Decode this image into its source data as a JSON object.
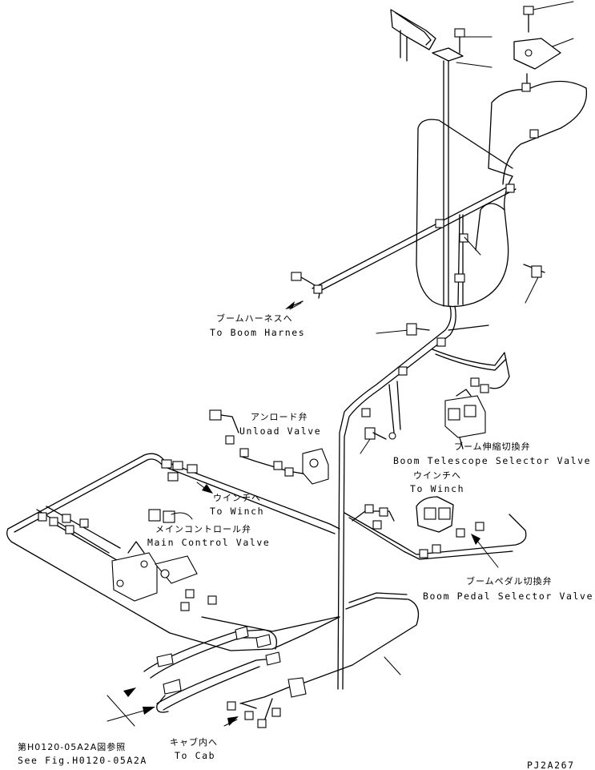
{
  "labels": {
    "boom_harness": {
      "jp": "ブームハーネスへ",
      "en": "To Boom Harnes"
    },
    "unload_valve": {
      "jp": "アンロード弁",
      "en": "Unload Valve"
    },
    "boom_telescope": {
      "jp": "ブーム伸縮切換弁",
      "en": "Boom Telescope Selector Valve"
    },
    "to_winch_right": {
      "jp": "ウインチへ",
      "en": "To Winch"
    },
    "to_winch_left": {
      "jp": "ウインチへ",
      "en": "To Winch"
    },
    "main_control": {
      "jp": "メインコントロール弁",
      "en": "Main Control Valve"
    },
    "boom_pedal": {
      "jp": "ブームペダル切換弁",
      "en": "Boom Pedal Selector Valve"
    },
    "see_fig": {
      "jp": "第H0120-05A2A図参照",
      "en": "See Fig.H0120-05A2A"
    },
    "to_cab": {
      "jp": "キャブ内へ",
      "en": "To Cab"
    }
  },
  "figure_code": "PJ2A267"
}
